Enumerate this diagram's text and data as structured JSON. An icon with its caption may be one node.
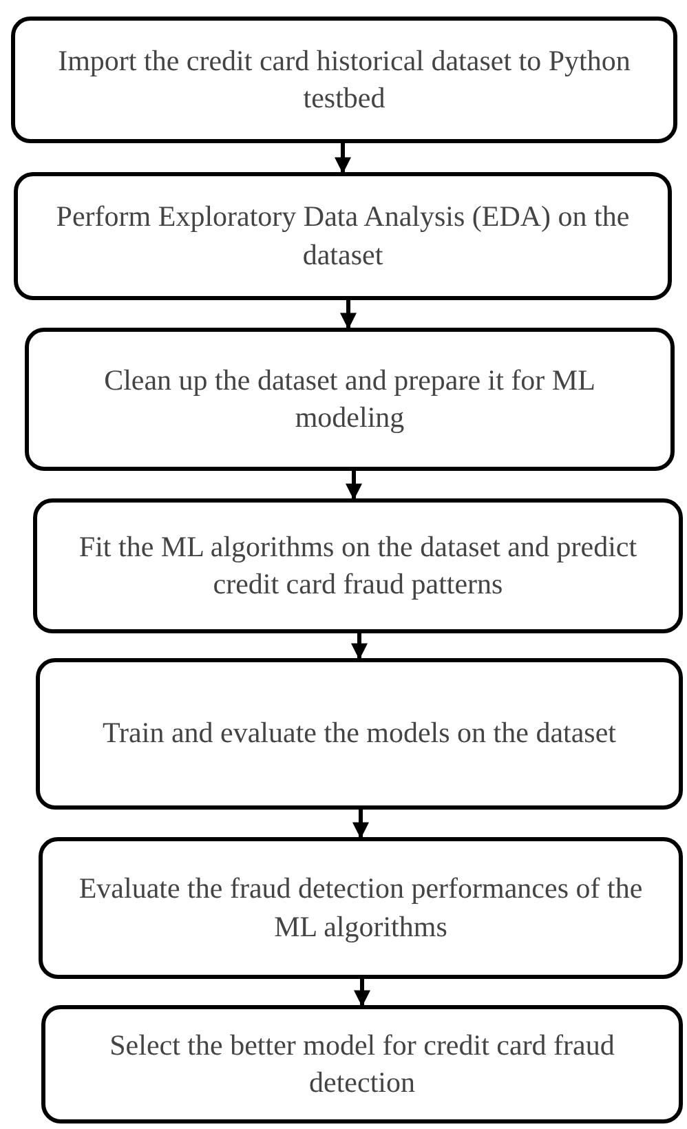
{
  "diagram": {
    "nodes": [
      {
        "text": [
          "Import the credit card historical dataset to Python testbed"
        ]
      },
      {
        "text": [
          "Perform Exploratory Data Analysis (EDA) on the dataset"
        ]
      },
      {
        "text": [
          "Clean up the dataset and prepare it for ML modeling"
        ]
      },
      {
        "text": [
          "Fit the ML algorithms on the dataset and predict credit card fraud patterns"
        ]
      },
      {
        "text": [
          "Train and evaluate the models on the dataset"
        ]
      },
      {
        "text": [
          "Evaluate the fraud detection performances of the ML algorithms"
        ]
      },
      {
        "text": [
          "Select the better model for credit card fraud detection"
        ]
      }
    ],
    "edges": [
      {
        "from": 0,
        "to": 1,
        "arrow": "to"
      },
      {
        "from": 1,
        "to": 2,
        "arrow": "to"
      },
      {
        "from": 2,
        "to": 3,
        "arrow": "to"
      },
      {
        "from": 3,
        "to": 4,
        "arrow": "to"
      },
      {
        "from": 4,
        "to": 5,
        "arrow": "to"
      },
      {
        "from": 5,
        "to": 6,
        "arrow": "to"
      }
    ]
  }
}
